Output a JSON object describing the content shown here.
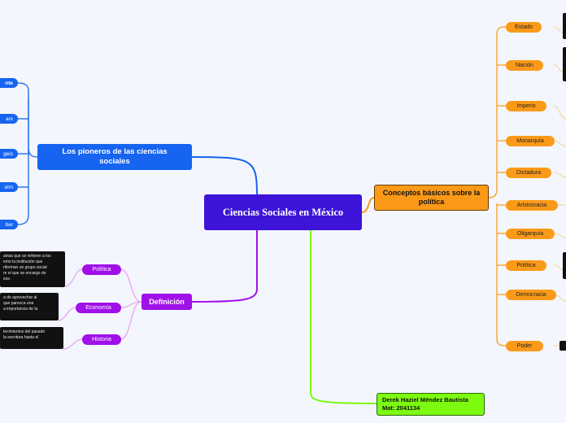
{
  "center": {
    "title": "Ciencias Sociales en México"
  },
  "pioneers": {
    "title": "Los pioneros de las ciencias sociales",
    "items": [
      "nte",
      "arx",
      "geis",
      "elm",
      "ber"
    ]
  },
  "concepts": {
    "title": "Conceptos básicos sobre la política",
    "items": [
      "Estado",
      "Nación",
      "Imperio",
      "Monarquía",
      "Dictadura",
      "Aristocracia",
      "Oligarquía",
      "Política",
      "Democracia",
      "Poder"
    ]
  },
  "definition": {
    "title": "Definición",
    "items": [
      {
        "label": "Política",
        "note": "ainas que se refieren a los\nemo la institución que\nnforman un grupo social\nre el que se encargo de\nsos."
      },
      {
        "label": "Economía",
        "note": "a de aprovechar al\nque parezca una\na importancia de la"
      },
      {
        "label": "Historia",
        "note": "tecimientos del pasado\nla escritura hasta el"
      }
    ]
  },
  "author": {
    "line1": "Derek Haziel Méndez Bautista",
    "line2": "Mat: 2041134"
  },
  "colors": {
    "center": "#3d14d8",
    "blue": "#1664f0",
    "orange": "#fb9a18",
    "purple": "#a010e8",
    "green": "#7cfa10",
    "background": "#f3f6fd"
  }
}
